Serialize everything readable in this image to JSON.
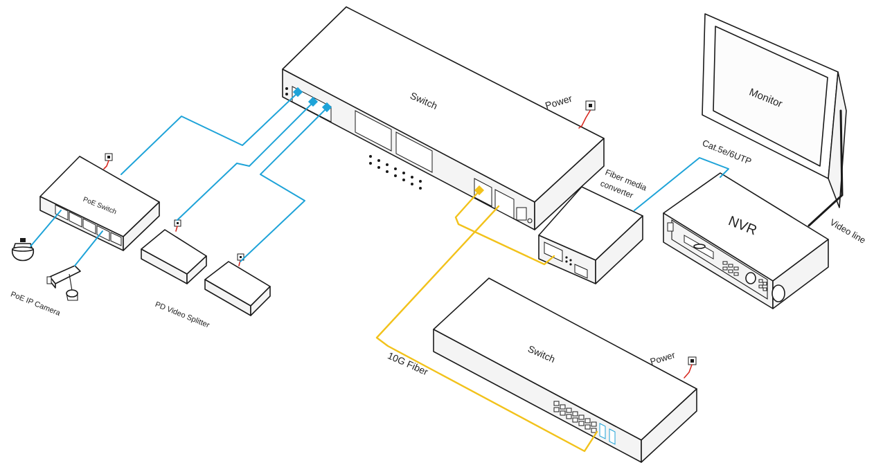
{
  "colors": {
    "ethernet": "#1ea3d8",
    "fiber": "#f2c21b",
    "power": "#d7281f",
    "video_line": "#1a1a1a",
    "outline": "#1a1a1a"
  },
  "labels": {
    "main_switch": "Switch",
    "main_power": "Power",
    "poe_switch": "PoE Switch",
    "poe_ip_camera": "PoE IP Camera",
    "pd_video_splitter": "PD Video Splitter",
    "fiber_media_converter_line1": "Fiber media",
    "fiber_media_converter_line2": "converter",
    "cable_utp": "Cat.5e/6UTP",
    "monitor": "Monitor",
    "nvr": "NVR",
    "video_line": "Video line",
    "fiber_10g": "10G Fiber",
    "bottom_switch": "Switch",
    "bottom_power": "Power"
  }
}
